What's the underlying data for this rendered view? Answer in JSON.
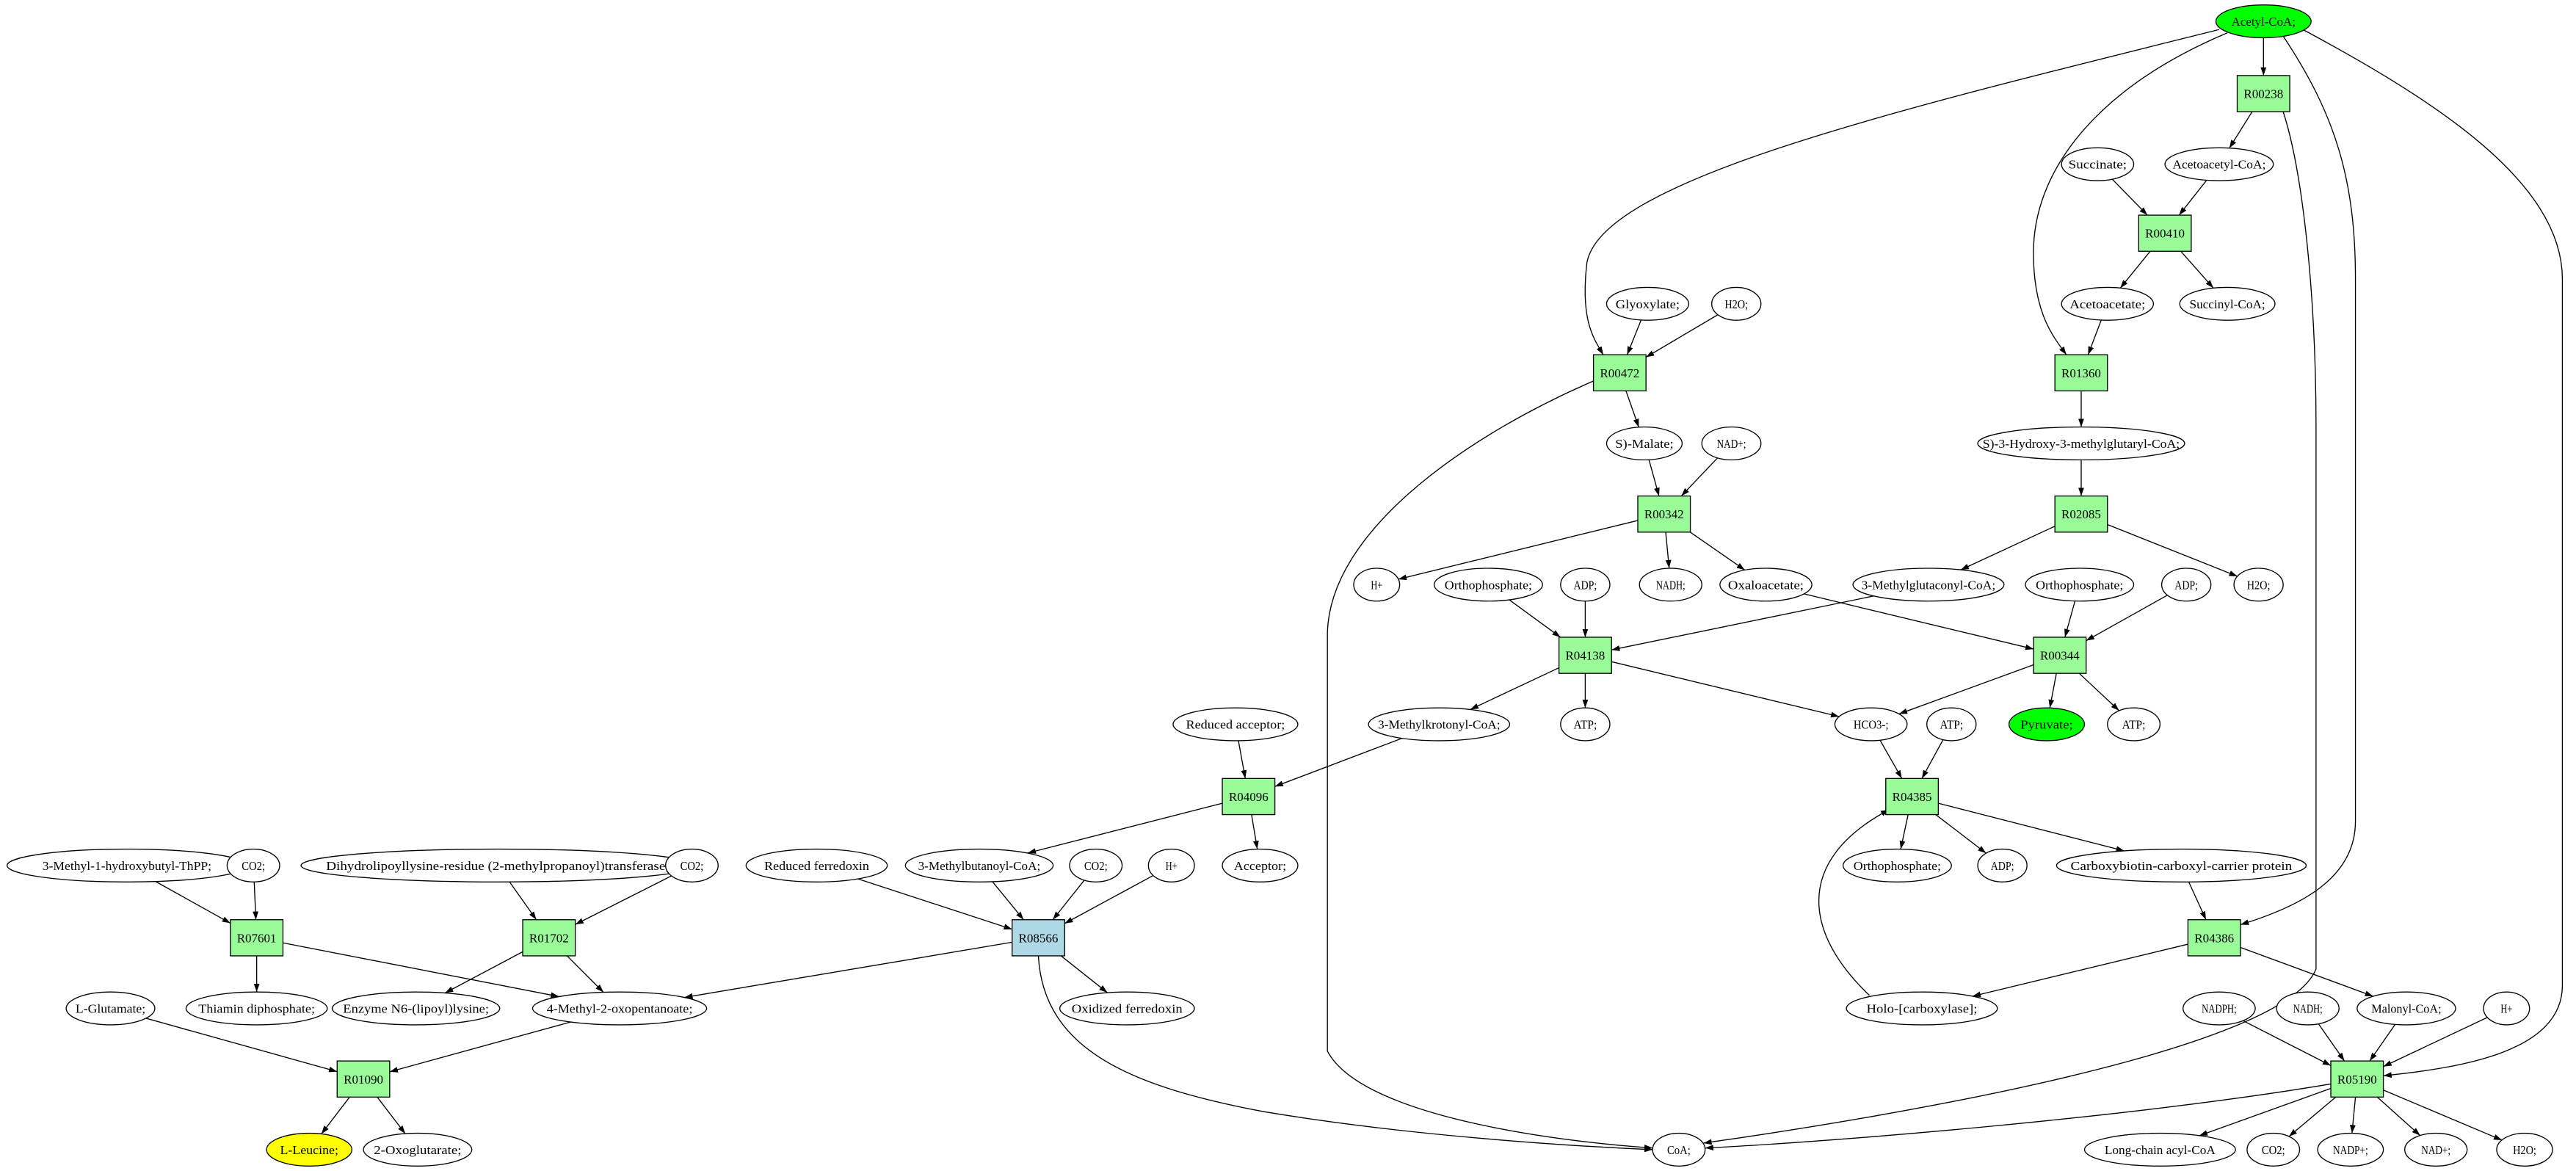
{
  "colors": {
    "reaction": "#98fb98",
    "reaction_highlight": "#add8e6",
    "source": "#00ff00",
    "product": "#00ff00",
    "target": "#ffff00",
    "compound": "#ffffff"
  },
  "nodes": [
    {
      "id": "acetylcoa",
      "label": "Acetyl-CoA;",
      "kind": "compound",
      "fill": "#00ff00"
    },
    {
      "id": "R00238",
      "label": "R00238",
      "kind": "reaction",
      "fill": "#98fb98"
    },
    {
      "id": "succinate",
      "label": "Succinate;",
      "kind": "compound",
      "fill": "#ffffff"
    },
    {
      "id": "acetoacetylcoa",
      "label": "Acetoacetyl-CoA;",
      "kind": "compound",
      "fill": "#ffffff"
    },
    {
      "id": "R00410",
      "label": "R00410",
      "kind": "reaction",
      "fill": "#98fb98"
    },
    {
      "id": "acetoacetate",
      "label": "Acetoacetate;",
      "kind": "compound",
      "fill": "#ffffff"
    },
    {
      "id": "succinylcoa",
      "label": "Succinyl-CoA;",
      "kind": "compound",
      "fill": "#ffffff"
    },
    {
      "id": "R01360",
      "label": "R01360",
      "kind": "reaction",
      "fill": "#98fb98"
    },
    {
      "id": "glyoxylate",
      "label": "Glyoxylate;",
      "kind": "compound",
      "fill": "#ffffff"
    },
    {
      "id": "h2o_a",
      "label": "H2O;",
      "kind": "compound",
      "fill": "#ffffff"
    },
    {
      "id": "R00472",
      "label": "R00472",
      "kind": "reaction",
      "fill": "#98fb98"
    },
    {
      "id": "hmgcoa",
      "label": "S)-3-Hydroxy-3-methylglutaryl-CoA;",
      "kind": "compound",
      "fill": "#ffffff"
    },
    {
      "id": "malate",
      "label": "S)-Malate;",
      "kind": "compound",
      "fill": "#ffffff"
    },
    {
      "id": "nadp_a",
      "label": "NAD+;",
      "kind": "compound",
      "fill": "#ffffff"
    },
    {
      "id": "R00342",
      "label": "R00342",
      "kind": "reaction",
      "fill": "#98fb98"
    },
    {
      "id": "R02085",
      "label": "R02085",
      "kind": "reaction",
      "fill": "#98fb98"
    },
    {
      "id": "hplus_a",
      "label": "H+",
      "kind": "compound",
      "fill": "#ffffff"
    },
    {
      "id": "ortho_a",
      "label": "Orthophosphate;",
      "kind": "compound",
      "fill": "#ffffff"
    },
    {
      "id": "adp_a",
      "label": "ADP;",
      "kind": "compound",
      "fill": "#ffffff"
    },
    {
      "id": "nadh_a",
      "label": "NADH;",
      "kind": "compound",
      "fill": "#ffffff"
    },
    {
      "id": "oxaloacetate",
      "label": "Oxaloacetate;",
      "kind": "compound",
      "fill": "#ffffff"
    },
    {
      "id": "mgcoa",
      "label": "3-Methylglutaconyl-CoA;",
      "kind": "compound",
      "fill": "#ffffff"
    },
    {
      "id": "ortho_b",
      "label": "Orthophosphate;",
      "kind": "compound",
      "fill": "#ffffff"
    },
    {
      "id": "adp_b",
      "label": "ADP;",
      "kind": "compound",
      "fill": "#ffffff"
    },
    {
      "id": "h2o_b",
      "label": "H2O;",
      "kind": "compound",
      "fill": "#ffffff"
    },
    {
      "id": "R04138",
      "label": "R04138",
      "kind": "reaction",
      "fill": "#98fb98"
    },
    {
      "id": "R00344",
      "label": "R00344",
      "kind": "reaction",
      "fill": "#98fb98"
    },
    {
      "id": "redacceptor",
      "label": "Reduced acceptor;",
      "kind": "compound",
      "fill": "#ffffff"
    },
    {
      "id": "mkcoa",
      "label": "3-Methylkrotonyl-CoA;",
      "kind": "compound",
      "fill": "#ffffff"
    },
    {
      "id": "atp_a",
      "label": "ATP;",
      "kind": "compound",
      "fill": "#ffffff"
    },
    {
      "id": "hco3",
      "label": "HCO3-;",
      "kind": "compound",
      "fill": "#ffffff"
    },
    {
      "id": "atp_c",
      "label": "ATP;",
      "kind": "compound",
      "fill": "#ffffff"
    },
    {
      "id": "pyruvate",
      "label": "Pyruvate;",
      "kind": "compound",
      "fill": "#00ff00"
    },
    {
      "id": "atp_b",
      "label": "ATP;",
      "kind": "compound",
      "fill": "#ffffff"
    },
    {
      "id": "R04096",
      "label": "R04096",
      "kind": "reaction",
      "fill": "#98fb98"
    },
    {
      "id": "R04385",
      "label": "R04385",
      "kind": "reaction",
      "fill": "#98fb98"
    },
    {
      "id": "mhbthpp",
      "label": "3-Methyl-1-hydroxybutyl-ThPP;",
      "kind": "compound",
      "fill": "#ffffff"
    },
    {
      "id": "co2_a",
      "label": "CO2;",
      "kind": "compound",
      "fill": "#ffffff"
    },
    {
      "id": "dihydrolipo",
      "label": "Dihydrolipoyllysine-residue (2-methylpropanoyl)transferase]",
      "kind": "compound",
      "fill": "#ffffff"
    },
    {
      "id": "co2_b",
      "label": "CO2;",
      "kind": "compound",
      "fill": "#ffffff"
    },
    {
      "id": "redferredoxin",
      "label": "Reduced ferredoxin",
      "kind": "compound",
      "fill": "#ffffff"
    },
    {
      "id": "mbcoa",
      "label": "3-Methylbutanoyl-CoA;",
      "kind": "compound",
      "fill": "#ffffff"
    },
    {
      "id": "co2_c",
      "label": "CO2;",
      "kind": "compound",
      "fill": "#ffffff"
    },
    {
      "id": "hplus_b",
      "label": "H+",
      "kind": "compound",
      "fill": "#ffffff"
    },
    {
      "id": "acceptor",
      "label": "Acceptor;",
      "kind": "compound",
      "fill": "#ffffff"
    },
    {
      "id": "ortho_c",
      "label": "Orthophosphate;",
      "kind": "compound",
      "fill": "#ffffff"
    },
    {
      "id": "adp_c",
      "label": "ADP;",
      "kind": "compound",
      "fill": "#ffffff"
    },
    {
      "id": "carboxybiotin",
      "label": "Carboxybiotin-carboxyl-carrier protein",
      "kind": "compound",
      "fill": "#ffffff"
    },
    {
      "id": "R07601",
      "label": "R07601",
      "kind": "reaction",
      "fill": "#98fb98"
    },
    {
      "id": "R01702",
      "label": "R01702",
      "kind": "reaction",
      "fill": "#98fb98"
    },
    {
      "id": "R08566",
      "label": "R08566",
      "kind": "reaction",
      "fill": "#add8e6"
    },
    {
      "id": "R04386",
      "label": "R04386",
      "kind": "reaction",
      "fill": "#98fb98"
    },
    {
      "id": "glutamate",
      "label": "L-Glutamate;",
      "kind": "compound",
      "fill": "#ffffff"
    },
    {
      "id": "thiamin",
      "label": "Thiamin diphosphate;",
      "kind": "compound",
      "fill": "#ffffff"
    },
    {
      "id": "lipoyllysine",
      "label": "Enzyme N6-(lipoyl)lysine;",
      "kind": "compound",
      "fill": "#ffffff"
    },
    {
      "id": "mop",
      "label": "4-Methyl-2-oxopentanoate;",
      "kind": "compound",
      "fill": "#ffffff"
    },
    {
      "id": "oxferredoxin",
      "label": "Oxidized ferredoxin",
      "kind": "compound",
      "fill": "#ffffff"
    },
    {
      "id": "holo",
      "label": "Holo-[carboxylase];",
      "kind": "compound",
      "fill": "#ffffff"
    },
    {
      "id": "nadph",
      "label": "NADPH;",
      "kind": "compound",
      "fill": "#ffffff"
    },
    {
      "id": "nadh_b",
      "label": "NADH;",
      "kind": "compound",
      "fill": "#ffffff"
    },
    {
      "id": "malonylcoa",
      "label": "Malonyl-CoA;",
      "kind": "compound",
      "fill": "#ffffff"
    },
    {
      "id": "hplus_c",
      "label": "H+",
      "kind": "compound",
      "fill": "#ffffff"
    },
    {
      "id": "R01090",
      "label": "R01090",
      "kind": "reaction",
      "fill": "#98fb98"
    },
    {
      "id": "R05190",
      "label": "R05190",
      "kind": "reaction",
      "fill": "#98fb98"
    },
    {
      "id": "leucine",
      "label": "L-Leucine;",
      "kind": "compound",
      "fill": "#ffff00"
    },
    {
      "id": "oxoglutarate",
      "label": "2-Oxoglutarate;",
      "kind": "compound",
      "fill": "#ffffff"
    },
    {
      "id": "coa",
      "label": "CoA;",
      "kind": "compound",
      "fill": "#ffffff"
    },
    {
      "id": "lcacylcoa",
      "label": "Long-chain acyl-CoA",
      "kind": "compound",
      "fill": "#ffffff"
    },
    {
      "id": "co2_d",
      "label": "CO2;",
      "kind": "compound",
      "fill": "#ffffff"
    },
    {
      "id": "nadpplus",
      "label": "NADP+;",
      "kind": "compound",
      "fill": "#ffffff"
    },
    {
      "id": "nadplus_b",
      "label": "NAD+;",
      "kind": "compound",
      "fill": "#ffffff"
    },
    {
      "id": "h2o_c",
      "label": "H2O;",
      "kind": "compound",
      "fill": "#ffffff"
    }
  ],
  "edges": [
    [
      "acetylcoa",
      "R00238"
    ],
    [
      "acetylcoa",
      "R00472"
    ],
    [
      "acetylcoa",
      "R01360"
    ],
    [
      "acetylcoa",
      "R04386"
    ],
    [
      "acetylcoa",
      "R05190"
    ],
    [
      "R00238",
      "acetoacetylcoa"
    ],
    [
      "R00238",
      "coa"
    ],
    [
      "succinate",
      "R00410"
    ],
    [
      "acetoacetylcoa",
      "R00410"
    ],
    [
      "R00410",
      "acetoacetate"
    ],
    [
      "R00410",
      "succinylcoa"
    ],
    [
      "acetoacetate",
      "R01360"
    ],
    [
      "R01360",
      "hmgcoa"
    ],
    [
      "hmgcoa",
      "R02085"
    ],
    [
      "R02085",
      "mgcoa"
    ],
    [
      "R02085",
      "h2o_b"
    ],
    [
      "glyoxylate",
      "R00472"
    ],
    [
      "h2o_a",
      "R00472"
    ],
    [
      "R00472",
      "malate"
    ],
    [
      "R00472",
      "coa"
    ],
    [
      "malate",
      "R00342"
    ],
    [
      "nadp_a",
      "R00342"
    ],
    [
      "R00342",
      "hplus_a"
    ],
    [
      "R00342",
      "nadh_a"
    ],
    [
      "R00342",
      "oxaloacetate"
    ],
    [
      "oxaloacetate",
      "R00344"
    ],
    [
      "ortho_b",
      "R00344"
    ],
    [
      "adp_b",
      "R00344"
    ],
    [
      "R00344",
      "hco3"
    ],
    [
      "R00344",
      "pyruvate"
    ],
    [
      "R00344",
      "atp_b"
    ],
    [
      "ortho_a",
      "R04138"
    ],
    [
      "adp_a",
      "R04138"
    ],
    [
      "mgcoa",
      "R04138"
    ],
    [
      "R04138",
      "mkcoa"
    ],
    [
      "R04138",
      "atp_a"
    ],
    [
      "R04138",
      "hco3"
    ],
    [
      "redacceptor",
      "R04096"
    ],
    [
      "mkcoa",
      "R04096"
    ],
    [
      "R04096",
      "mbcoa"
    ],
    [
      "R04096",
      "acceptor"
    ],
    [
      "hco3",
      "R04385"
    ],
    [
      "atp_c",
      "R04385"
    ],
    [
      "holo",
      "R04385"
    ],
    [
      "R04385",
      "ortho_c"
    ],
    [
      "R04385",
      "adp_c"
    ],
    [
      "R04385",
      "carboxybiotin"
    ],
    [
      "carboxybiotin",
      "R04386"
    ],
    [
      "R04386",
      "holo"
    ],
    [
      "R04386",
      "malonylcoa"
    ],
    [
      "nadph",
      "R05190"
    ],
    [
      "nadh_b",
      "R05190"
    ],
    [
      "malonylcoa",
      "R05190"
    ],
    [
      "hplus_c",
      "R05190"
    ],
    [
      "R05190",
      "coa"
    ],
    [
      "R05190",
      "lcacylcoa"
    ],
    [
      "R05190",
      "co2_d"
    ],
    [
      "R05190",
      "nadpplus"
    ],
    [
      "R05190",
      "nadplus_b"
    ],
    [
      "R05190",
      "h2o_c"
    ],
    [
      "mhbthpp",
      "R07601"
    ],
    [
      "co2_a",
      "R07601"
    ],
    [
      "R07601",
      "thiamin"
    ],
    [
      "R07601",
      "mop"
    ],
    [
      "dihydrolipo",
      "R01702"
    ],
    [
      "co2_b",
      "R01702"
    ],
    [
      "R01702",
      "lipoyllysine"
    ],
    [
      "R01702",
      "mop"
    ],
    [
      "redferredoxin",
      "R08566"
    ],
    [
      "mbcoa",
      "R08566"
    ],
    [
      "co2_c",
      "R08566"
    ],
    [
      "hplus_b",
      "R08566"
    ],
    [
      "R08566",
      "mop"
    ],
    [
      "R08566",
      "oxferredoxin"
    ],
    [
      "R08566",
      "coa"
    ],
    [
      "glutamate",
      "R01090"
    ],
    [
      "mop",
      "R01090"
    ],
    [
      "R01090",
      "leucine"
    ],
    [
      "R01090",
      "oxoglutarate"
    ]
  ]
}
